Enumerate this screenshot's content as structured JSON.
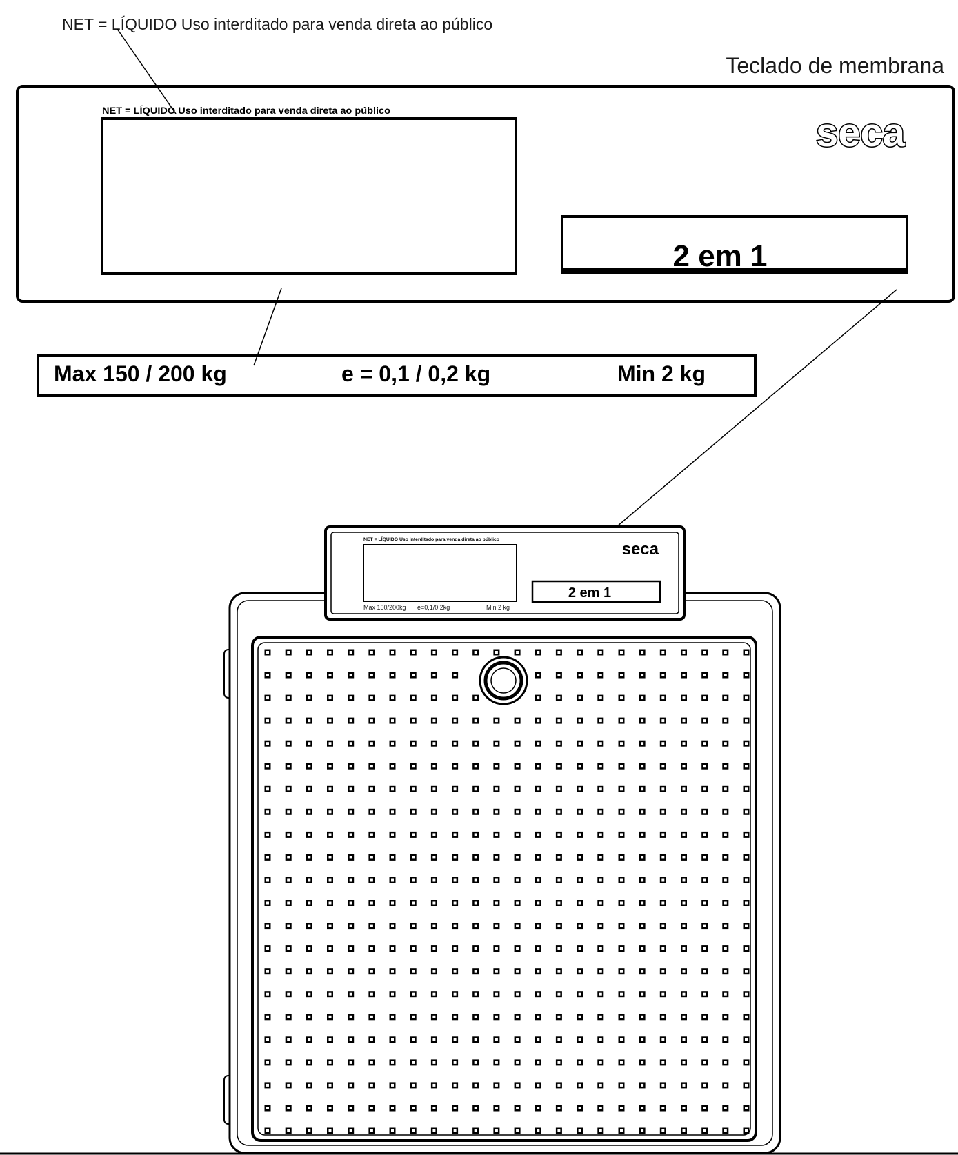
{
  "caption_net": "NET = LÍQUIDO  Uso interditado para venda direta ao público",
  "caption_keypad": "Teclado de membrana",
  "panel": {
    "small_print": "NET = LÍQUIDO      Uso interditado para venda direta ao público",
    "brand": "seca",
    "model_label": "2 em 1"
  },
  "spec_strip": {
    "max": "Max  150 / 200 kg",
    "e": "e = 0,1 / 0,2 kg",
    "min": "Min  2 kg"
  },
  "scale": {
    "small_print": "NET = LÍQUIDO  Uso interditado para venda direta ao público",
    "brand": "seca",
    "model_label": "2 em 1",
    "max": "Max 150/200kg",
    "e": "e=0,1/0,2kg",
    "min": "Min 2 kg"
  },
  "colors": {
    "line": "#000000",
    "text": "#1a1a1a",
    "background": "#ffffff"
  }
}
